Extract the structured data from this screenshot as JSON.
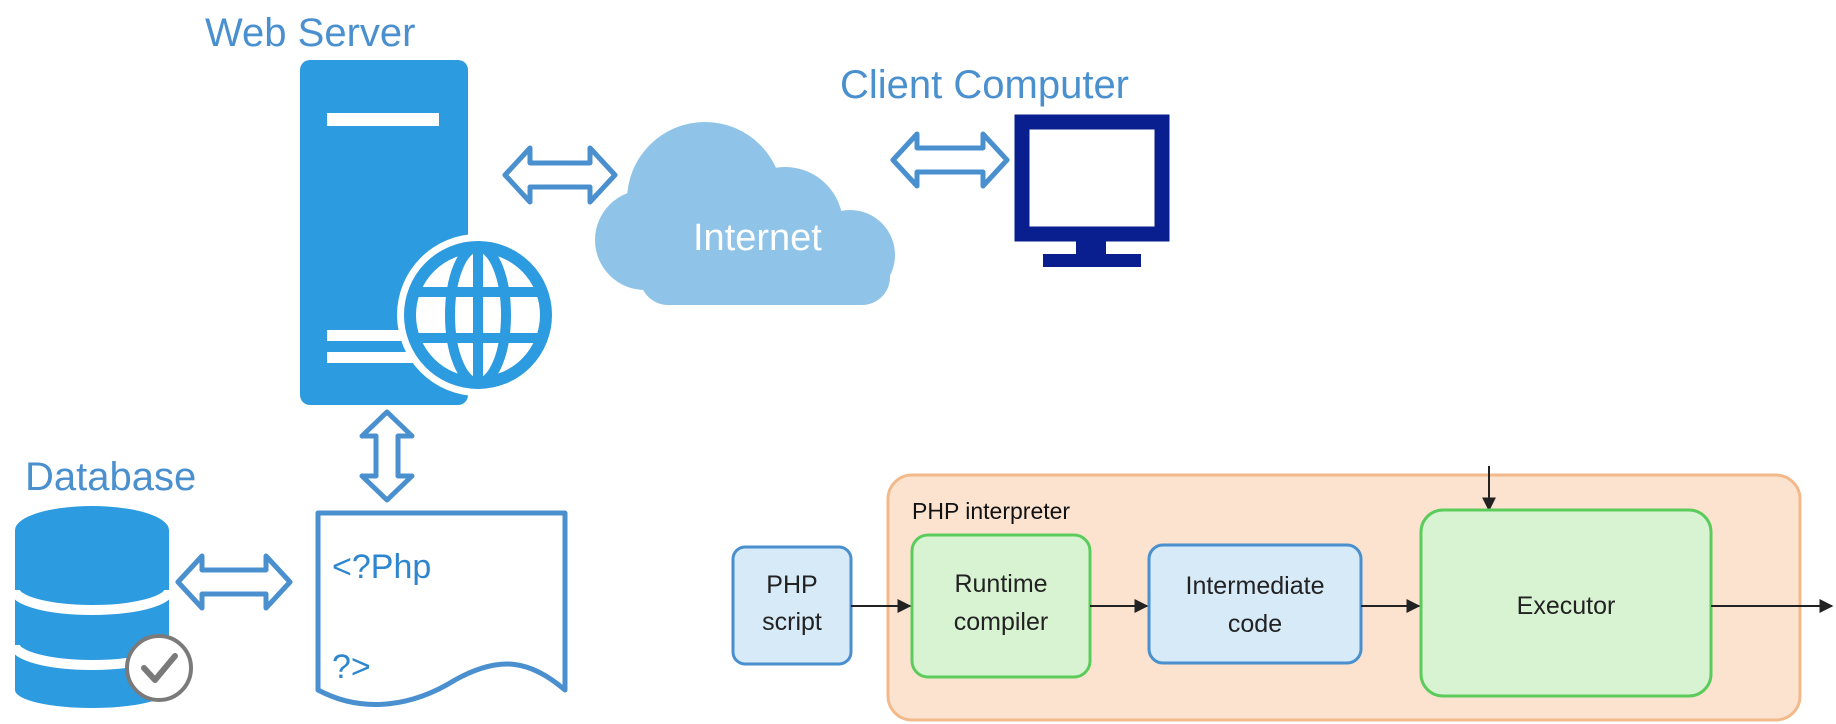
{
  "architecture": {
    "web_server_label": "Web Server",
    "client_label": "Client Computer",
    "internet_label": "Internet",
    "database_label": "Database",
    "php_open_tag": "<?Php",
    "php_close_tag": "?>"
  },
  "interpreter": {
    "title": "PHP interpreter",
    "script_line1": "PHP",
    "script_line2": "script",
    "compiler_line1": "Runtime",
    "compiler_line2": "compiler",
    "intermediate_line1": "Intermediate",
    "intermediate_line2": "code",
    "executor_label": "Executor"
  },
  "colors": {
    "server_blue": "#2c9be0",
    "light_blue_stroke": "#4a90cf",
    "cloud": "#8fc3e8",
    "monitor": "#0a1f8f",
    "interpreter_fill": "#fbe3d0",
    "interpreter_stroke": "#f2b98a",
    "green_fill": "#d8f3d2",
    "green_stroke": "#5bcc5b",
    "blue_box_fill": "#d6eaf8",
    "blue_box_stroke": "#4a8fce"
  }
}
